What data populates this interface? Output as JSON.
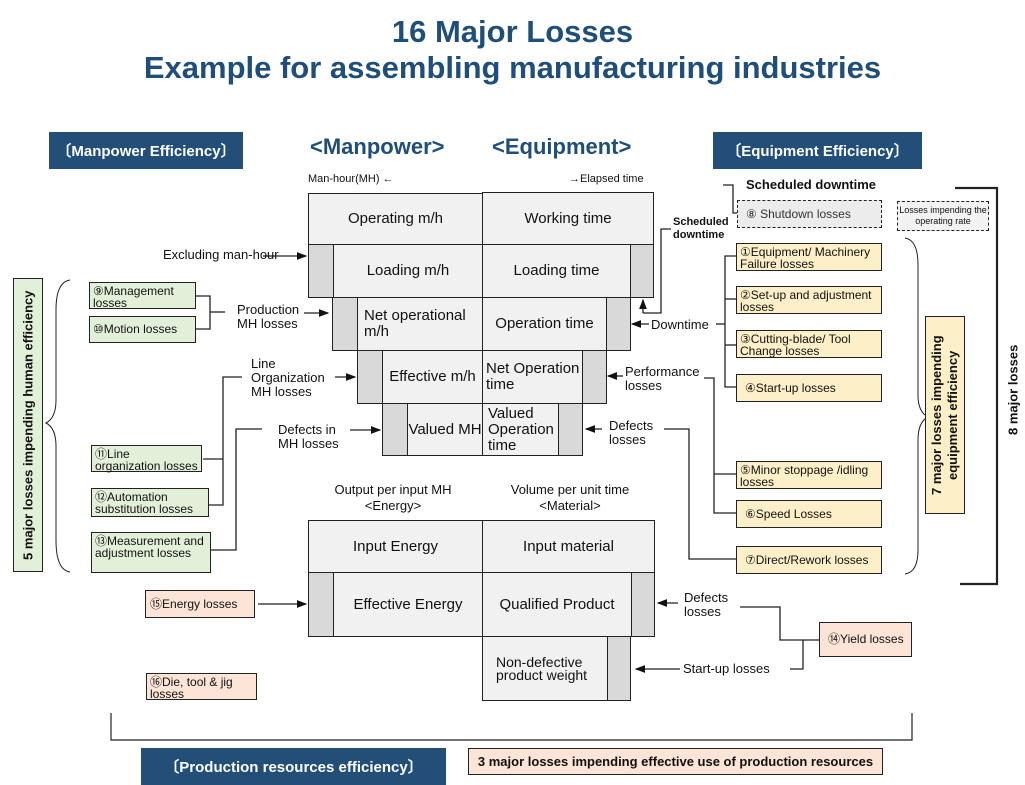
{
  "title": {
    "line1": "16 Major Losses",
    "line2": "Example for assembling manufacturing industries"
  },
  "headers": {
    "manpower_efficiency": "〔Manpower Efficiency〕",
    "equipment_efficiency": "〔Equipment Efficiency〕",
    "production_resources_efficiency": "〔Production resources efficiency〕",
    "manpower": "<Manpower>",
    "equipment": "<Equipment>",
    "man_hour_axis": "Man-hour(MH) ←",
    "elapsed_time_axis": "→Elapsed time"
  },
  "upper_table": {
    "manpower": [
      "Operating m/h",
      "Loading m/h",
      "Net operational m/h",
      "Effective m/h",
      "Valued MH"
    ],
    "equipment": [
      "Working time",
      "Loading time",
      "Operation time",
      "Net Operation time",
      "Valued Operation time"
    ]
  },
  "lower_table": {
    "energy_header": "Output per input MH",
    "energy_sub": "<Energy>",
    "material_header": "Volume per unit time",
    "material_sub": "<Material>",
    "energy": [
      "Input Energy",
      "Effective Energy"
    ],
    "material": [
      "Input material",
      "Qualified Product",
      "Non-defective product weight"
    ]
  },
  "left_labels": {
    "excluding_man_hour": "Excluding man-hour",
    "production_mh_losses": "Production MH losses",
    "line_org_mh_losses": "Line Organization MH losses",
    "defects_in_mh_losses": "Defects in MH losses"
  },
  "right_labels": {
    "scheduled_downtime_top": "Scheduled downtime",
    "scheduled_downtime": "Scheduled downtime",
    "downtime": "Downtime",
    "performance_losses": "Performance losses",
    "defects_losses": "Defects losses",
    "defects_losses_lower": "Defects losses",
    "startup_losses_lower": "Start-up losses"
  },
  "human_losses": [
    {
      "num": "⑨",
      "label": "Management losses"
    },
    {
      "num": "⑩",
      "label": "Motion losses"
    },
    {
      "num": "⑪",
      "label": "Line organization losses"
    },
    {
      "num": "⑫",
      "label": "Automation substitution losses"
    },
    {
      "num": "⑬",
      "label": "Measurement and adjustment losses"
    }
  ],
  "equipment_losses": [
    {
      "num": "⑧",
      "label": "Shutdown losses"
    },
    {
      "num": "①",
      "label": "Equipment/ Machinery Failure losses"
    },
    {
      "num": "②",
      "label": "Set-up and adjustment losses"
    },
    {
      "num": "③",
      "label": "Cutting-blade/ Tool Change losses"
    },
    {
      "num": "④",
      "label": "Start-up losses"
    },
    {
      "num": "⑤",
      "label": "Minor stoppage /idling losses"
    },
    {
      "num": "⑥",
      "label": "Speed Losses"
    },
    {
      "num": "⑦",
      "label": "Direct/Rework losses"
    }
  ],
  "resource_losses": [
    {
      "num": "⑭",
      "label": "Yield losses"
    },
    {
      "num": "⑮",
      "label": "Energy losses"
    },
    {
      "num": "⑯",
      "label": "Die, tool & jig losses"
    }
  ],
  "groups": {
    "human": "5 major losses impending human efficiency",
    "equipment": "7 major losses impending equipment efficiency",
    "eight": "8 major losses",
    "operating_rate": "Losses impending the operating rate",
    "resources": "3 major losses impending effective use of production resources"
  },
  "colors": {
    "navy": "#234e78",
    "green_box": "#e3f0d9",
    "yellow_box": "#fdefc7",
    "peach_box": "#fce4d6",
    "cell_bg": "#f1f1f1",
    "loss_bg": "#d9d9d9"
  }
}
